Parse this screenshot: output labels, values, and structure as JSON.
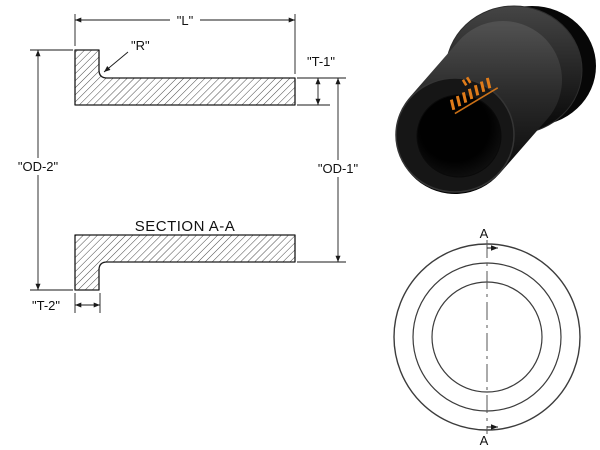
{
  "colors": {
    "background": "#ffffff",
    "drawing_line": "#1a1a1a",
    "hatch_line": "#4a4a4a",
    "part_black": "#141414",
    "brand_orange": "#e07c1a"
  },
  "section_view": {
    "title": "SECTION A-A",
    "dimensions": {
      "length": "\"L\"",
      "radius": "\"R\"",
      "wall_thickness": "\"T-1\"",
      "body_outer_diameter": "\"OD-1\"",
      "flange_outer_diameter": "\"OD-2\"",
      "flange_thickness": "\"T-2\""
    }
  },
  "end_view": {
    "section_label_top": "A",
    "section_label_bottom": "A"
  }
}
